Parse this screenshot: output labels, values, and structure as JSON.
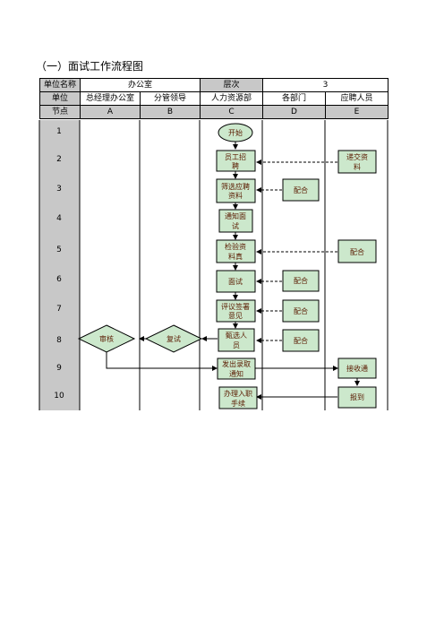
{
  "title": "（一）面试工作流程图",
  "header": {
    "row1": [
      "单位名称",
      "办公室",
      "层次",
      "3"
    ],
    "row2": [
      "单位",
      "总经理办公室",
      "分管领导",
      "人力资源部",
      "各部门",
      "应聘人员"
    ],
    "row3": [
      "节点",
      "A",
      "B",
      "C",
      "D",
      "E"
    ]
  },
  "rows": [
    "1",
    "2",
    "3",
    "4",
    "5",
    "6",
    "7",
    "8",
    "9",
    "10"
  ],
  "nodes": {
    "start": "开始",
    "c2": [
      "员工招",
      "聘"
    ],
    "e2": [
      "递交资",
      "料"
    ],
    "c3": [
      "筛选应聘",
      "资料"
    ],
    "d3": "配合",
    "c4": [
      "通知面",
      "试"
    ],
    "c5": [
      "检验资",
      "料真"
    ],
    "e5": "配合",
    "c6": "面试",
    "d6": "配合",
    "c7": [
      "评议签署",
      "意见"
    ],
    "d7": "配合",
    "a8": "审核",
    "b8": "复试",
    "c8": [
      "甄选人",
      "员"
    ],
    "d8": "配合",
    "c9": [
      "发出录取",
      "通知"
    ],
    "e9": "接收通",
    "c10": [
      "办理入职",
      "手续"
    ],
    "e10": "报到"
  },
  "colors": {
    "node_fill": "#cce8cc",
    "lane_grey": "#c8c8c8",
    "stroke": "#000000"
  }
}
